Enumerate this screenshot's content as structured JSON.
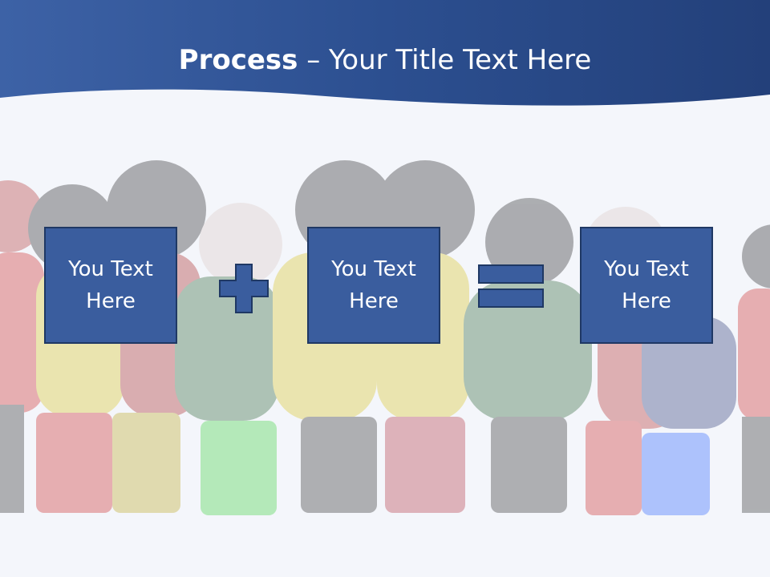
{
  "slide": {
    "title_bold": "Process",
    "title_dash": " – ",
    "title_rest": "Your Title Text Here"
  },
  "boxes": [
    {
      "text": "You Text Here"
    },
    {
      "text": "You Text Here"
    },
    {
      "text": "You Text Here"
    }
  ],
  "operators": [
    "plus-icon",
    "equals-icon"
  ],
  "colors": {
    "header": "#2d4e8d",
    "box_fill": "#3a5d9e",
    "box_border": "#1f3864"
  }
}
